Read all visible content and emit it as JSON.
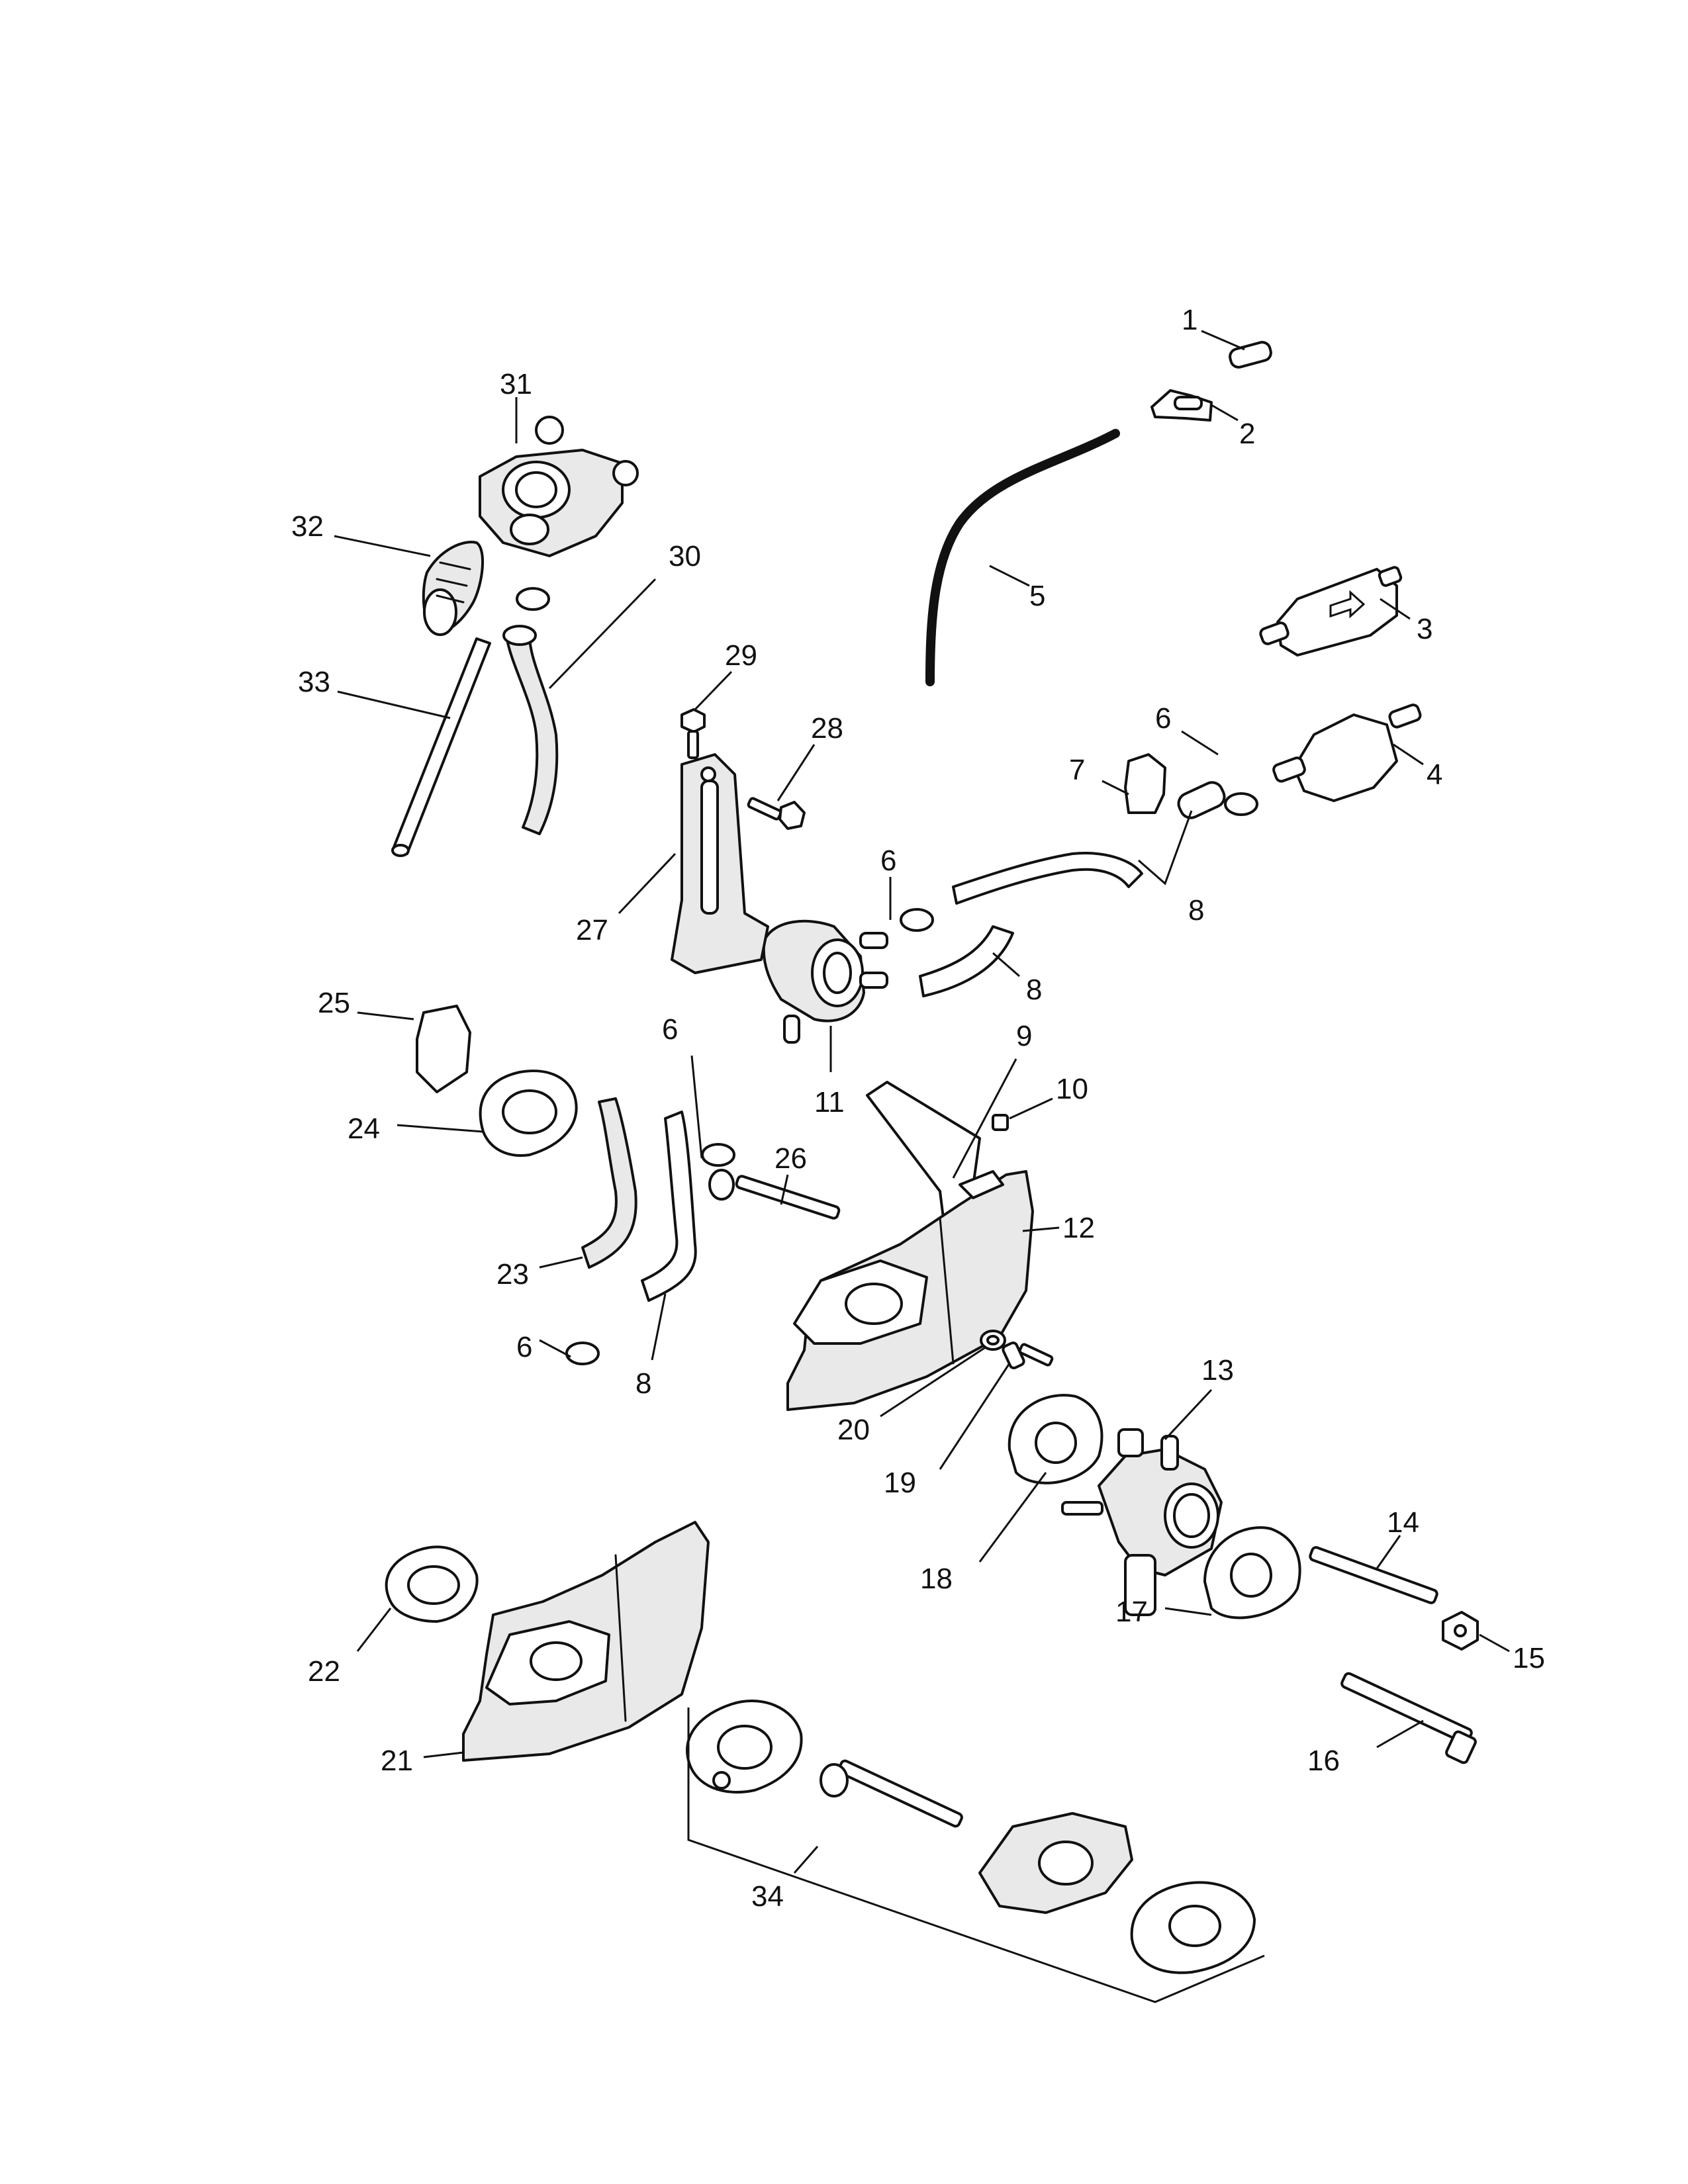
{
  "diagram": {
    "callouts": [
      "1",
      "2",
      "3",
      "4",
      "5",
      "6",
      "7",
      "8",
      "9",
      "10",
      "11",
      "12",
      "13",
      "14",
      "15",
      "16",
      "17",
      "18",
      "19",
      "20",
      "21",
      "22",
      "23",
      "24",
      "25",
      "26",
      "27",
      "28",
      "29",
      "30",
      "31",
      "32",
      "33",
      "34"
    ],
    "extra_callouts": {
      "c6b": "6",
      "c6c": "6",
      "c6d": "6",
      "c8b": "8",
      "c8c": "8"
    }
  }
}
